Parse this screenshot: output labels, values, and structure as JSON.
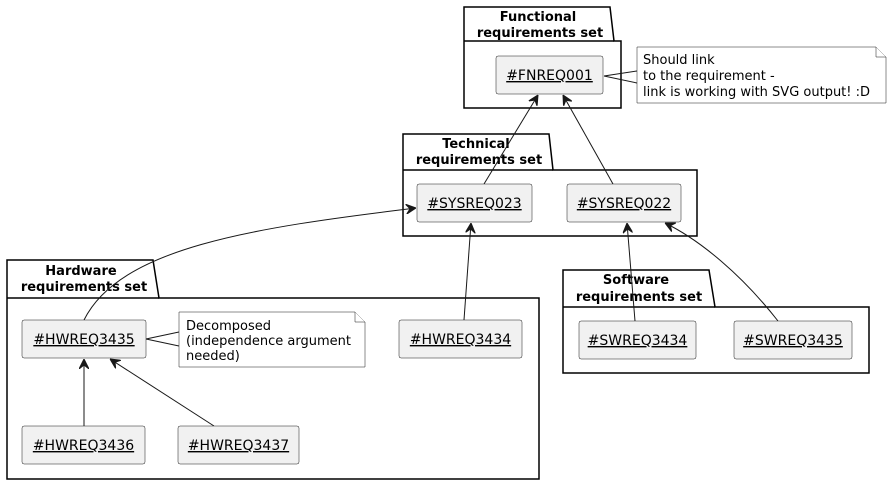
{
  "packages": {
    "functional": {
      "title": [
        "Functional",
        "requirements set"
      ]
    },
    "technical": {
      "title": [
        "Technical",
        "requirements set"
      ]
    },
    "hardware": {
      "title": [
        "Hardware",
        "requirements set"
      ]
    },
    "software": {
      "title": [
        "Software",
        "requirements set"
      ]
    }
  },
  "requirements": {
    "fnreq001": "#FNREQ001",
    "sysreq023": "#SYSREQ023",
    "sysreq022": "#SYSREQ022",
    "hwreq3435": "#HWREQ3435",
    "hwreq3434": "#HWREQ3434",
    "hwreq3436": "#HWREQ3436",
    "hwreq3437": "#HWREQ3437",
    "swreq3434": "#SWREQ3434",
    "swreq3435": "#SWREQ3435"
  },
  "notes": {
    "link_note": [
      "Should link",
      "to the requirement -",
      "link is working with SVG output! :D"
    ],
    "decomposed_note": [
      "Decomposed",
      "(independence argument",
      "needed)"
    ]
  },
  "links": [
    {
      "from": "sysreq023",
      "to": "fnreq001"
    },
    {
      "from": "sysreq022",
      "to": "fnreq001"
    },
    {
      "from": "hwreq3435",
      "to": "sysreq023"
    },
    {
      "from": "hwreq3434",
      "to": "sysreq023"
    },
    {
      "from": "swreq3434",
      "to": "sysreq022"
    },
    {
      "from": "swreq3435",
      "to": "sysreq022"
    },
    {
      "from": "hwreq3436",
      "to": "hwreq3435"
    },
    {
      "from": "hwreq3437",
      "to": "hwreq3435"
    }
  ]
}
